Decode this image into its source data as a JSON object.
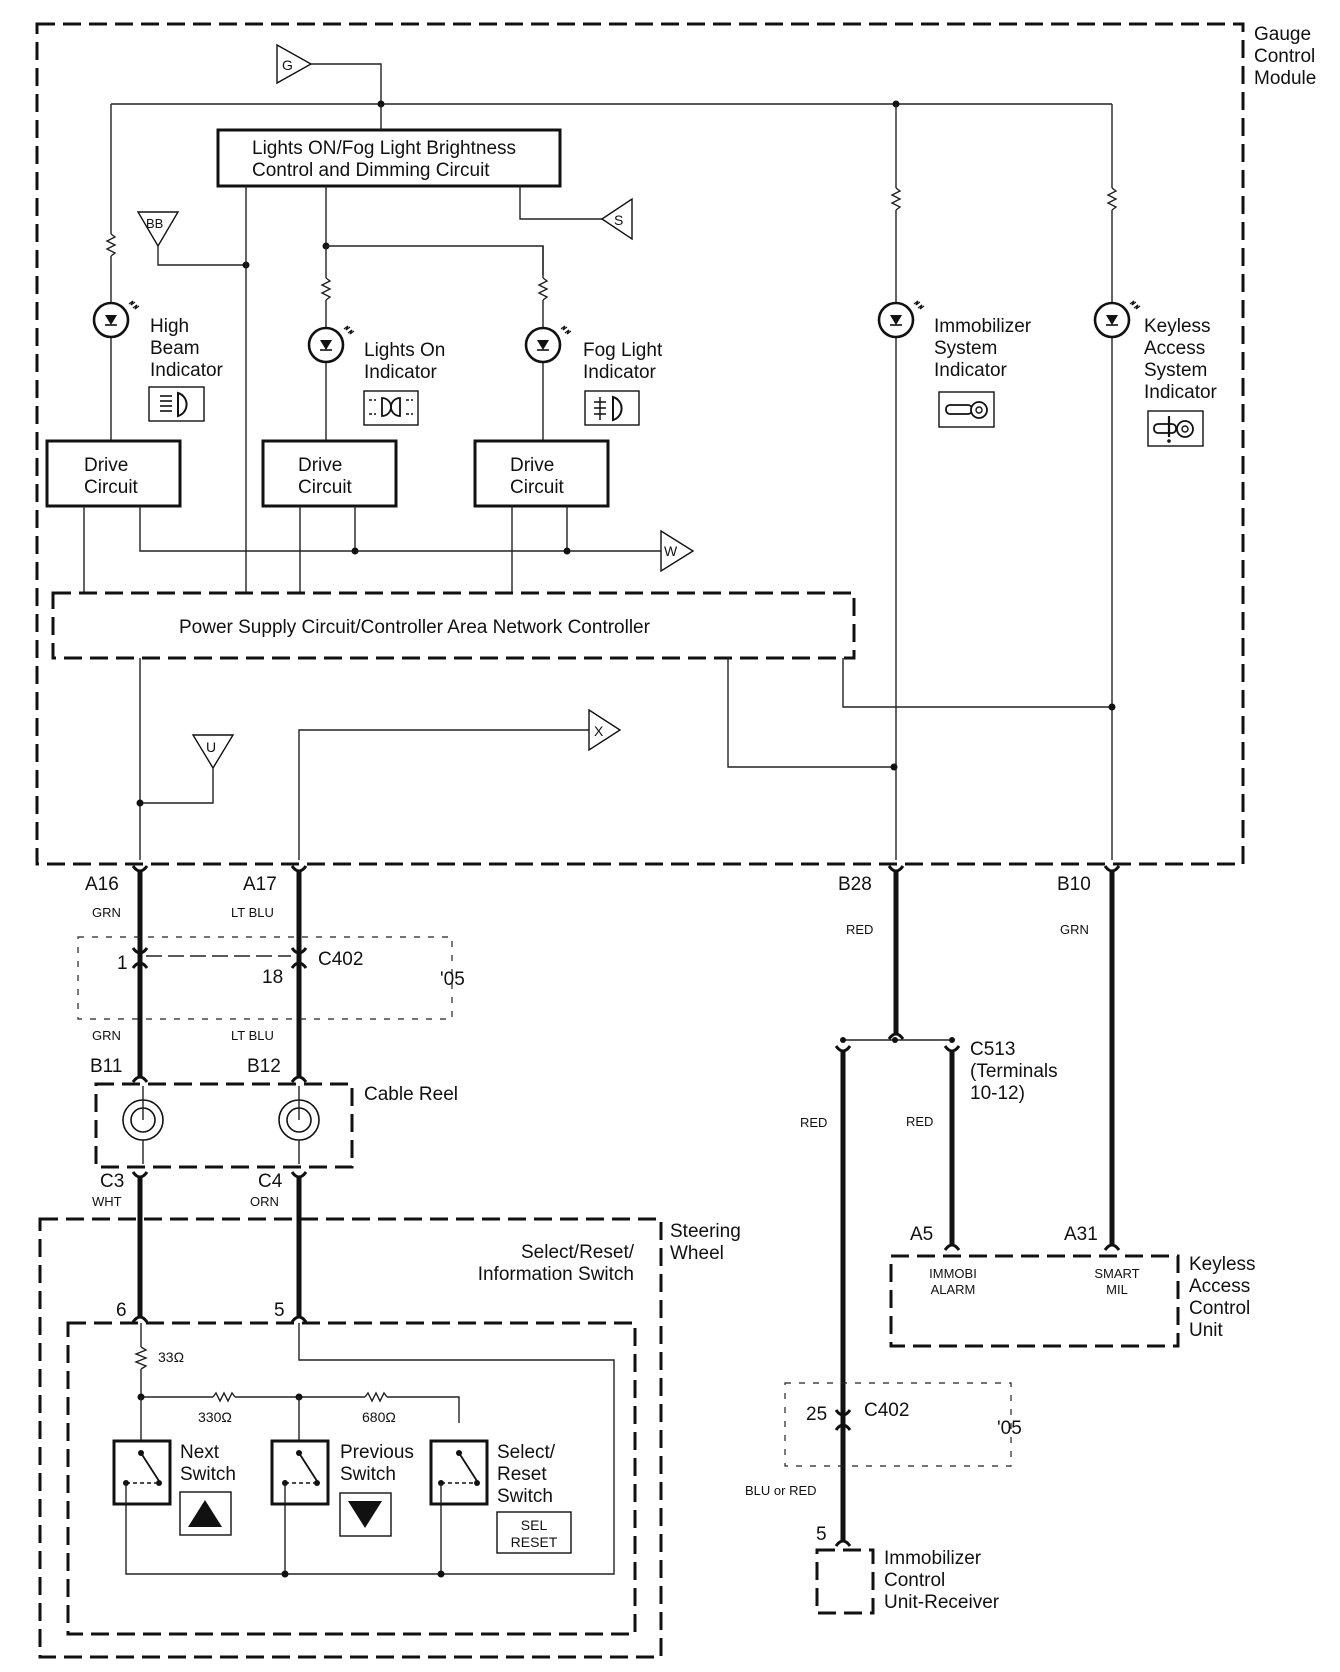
{
  "modules": {
    "gauge_control_module": [
      "Gauge",
      "Control",
      "Module"
    ],
    "lights_control_circuit": [
      "Lights ON/Fog Light Brightness",
      "Control and Dimming Circuit"
    ],
    "power_supply_can": "Power Supply Circuit/Controller Area Network Controller",
    "drive_circuit": [
      "Drive",
      "Circuit"
    ],
    "cable_reel": "Cable Reel",
    "steering_wheel": [
      "Steering",
      "Wheel"
    ],
    "select_reset_info_switch": [
      "Select/Reset/",
      "Information Switch"
    ],
    "keyless_access_control_unit": [
      "Keyless",
      "Access",
      "Control",
      "Unit"
    ],
    "immobilizer_receiver": [
      "Immobilizer",
      "Control",
      "Unit-Receiver"
    ]
  },
  "off_page_refs": [
    "G",
    "S",
    "BB",
    "W",
    "U",
    "X"
  ],
  "indicators": {
    "high_beam": [
      "High",
      "Beam",
      "Indicator"
    ],
    "lights_on": [
      "Lights On",
      "Indicator"
    ],
    "fog_light": [
      "Fog Light",
      "Indicator"
    ],
    "immobilizer": [
      "Immobilizer",
      "System",
      "Indicator"
    ],
    "keyless_access": [
      "Keyless",
      "Access",
      "System",
      "Indicator"
    ]
  },
  "terminals": {
    "a16": "A16",
    "a17": "A17",
    "b28": "B28",
    "b10": "B10",
    "c402_1": "1",
    "c402_18": "18",
    "c402_25": "25",
    "b11": "B11",
    "b12": "B12",
    "c3": "C3",
    "c4": "C4",
    "sw6": "6",
    "sw5": "5",
    "a5": "A5",
    "a31": "A31",
    "recv5": "5"
  },
  "connectors": {
    "c402": "C402",
    "c402_year": "'05",
    "c513": [
      "C513",
      "(Terminals",
      "10-12)"
    ]
  },
  "wire_colors": {
    "a16": "GRN",
    "a17": "LT BLU",
    "b11": "GRN",
    "b12": "LT BLU",
    "c3": "WHT",
    "c4": "ORN",
    "b28": "RED",
    "b10": "GRN",
    "c513_left": "RED",
    "c513_right": "RED",
    "receiver": "BLU or RED"
  },
  "resistors": {
    "r1": "33Ω",
    "r2": "330Ω",
    "r3": "680Ω"
  },
  "switches": {
    "next": [
      "Next",
      "Switch"
    ],
    "previous": [
      "Previous",
      "Switch"
    ],
    "select_reset": [
      "Select/",
      "Reset",
      "Switch"
    ],
    "sel_reset_icon": [
      "SEL",
      "RESET"
    ]
  },
  "kacu_pins": {
    "a5": [
      "IMMOBI",
      "ALARM"
    ],
    "a31": [
      "SMART",
      "MIL"
    ]
  }
}
